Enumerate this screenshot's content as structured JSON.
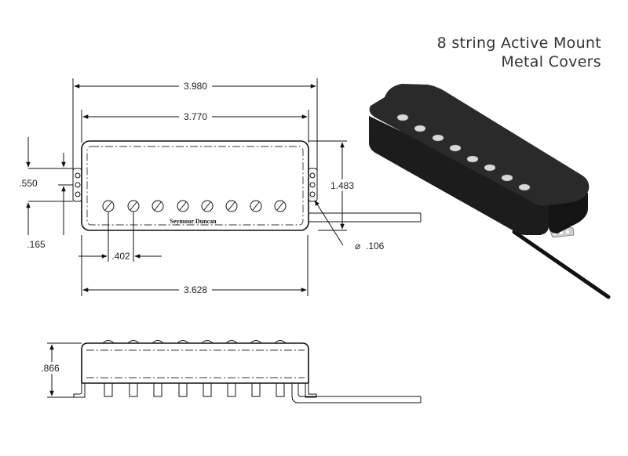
{
  "title": {
    "line1": "8 string Active Mount",
    "line2": "Metal Covers"
  },
  "brand": "Seymour Duncan",
  "dimensions": {
    "overall_length": "3.980",
    "cover_length": "3.770",
    "pole_span": "3.628",
    "height": "1.483",
    "mount_hole_spacing": ".550",
    "mount_offset": ".165",
    "pole_spacing": ".402",
    "mount_hole_diameter": ".106",
    "depth": ".866"
  },
  "pole_count": 8,
  "colors": {
    "line": "#111111",
    "cover": "#2a2a2a",
    "pole": "#d9d9d9",
    "tab": "#cfcfcf"
  }
}
